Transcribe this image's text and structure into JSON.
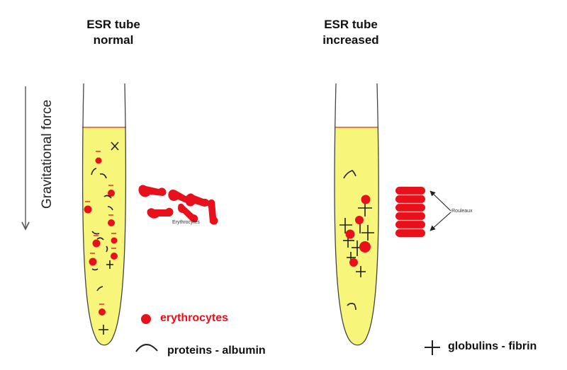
{
  "tubes": {
    "normal": {
      "title_line1": "ESR tube",
      "title_line2": "normal"
    },
    "increased": {
      "title_line1": "ESR tube",
      "title_line2": "increased"
    }
  },
  "axis": {
    "label": "Gravitational force"
  },
  "annotations": {
    "erythrocytes_small": "Erythrocytes",
    "rouleaux": "Rouleaux"
  },
  "legend": {
    "erythrocytes": "erythrocytes",
    "proteins": "proteins - albumin",
    "globulins": "globulins - fibrin"
  },
  "colors": {
    "plasma": "#f7f57a",
    "cell": "#e8101a",
    "border": "#444444",
    "meniscus": "#e05030"
  }
}
